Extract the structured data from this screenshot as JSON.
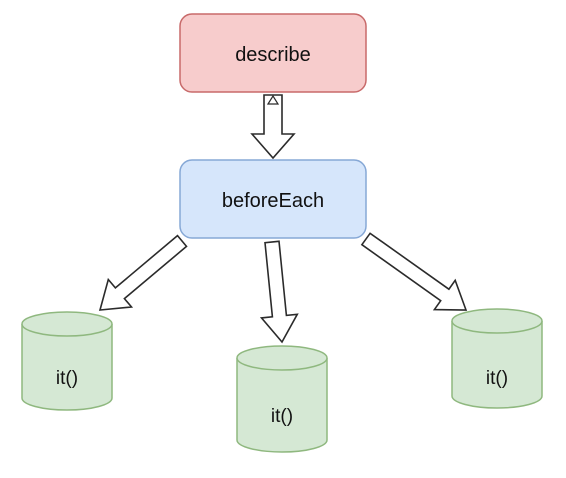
{
  "nodes": {
    "describe": {
      "label": "describe",
      "fill": "#f7cccc",
      "stroke": "#c86a6a"
    },
    "before_each": {
      "label": "beforeEach",
      "fill": "#d6e6fb",
      "stroke": "#86a8d6"
    }
  },
  "tests": [
    {
      "label": "it()"
    },
    {
      "label": "it()"
    },
    {
      "label": "it()"
    }
  ],
  "colors": {
    "cylinder_fill": "#d5e8d4",
    "cylinder_stroke": "#8fb87f",
    "arrow_stroke": "#2b2b2b",
    "arrow_fill": "#ffffff"
  }
}
